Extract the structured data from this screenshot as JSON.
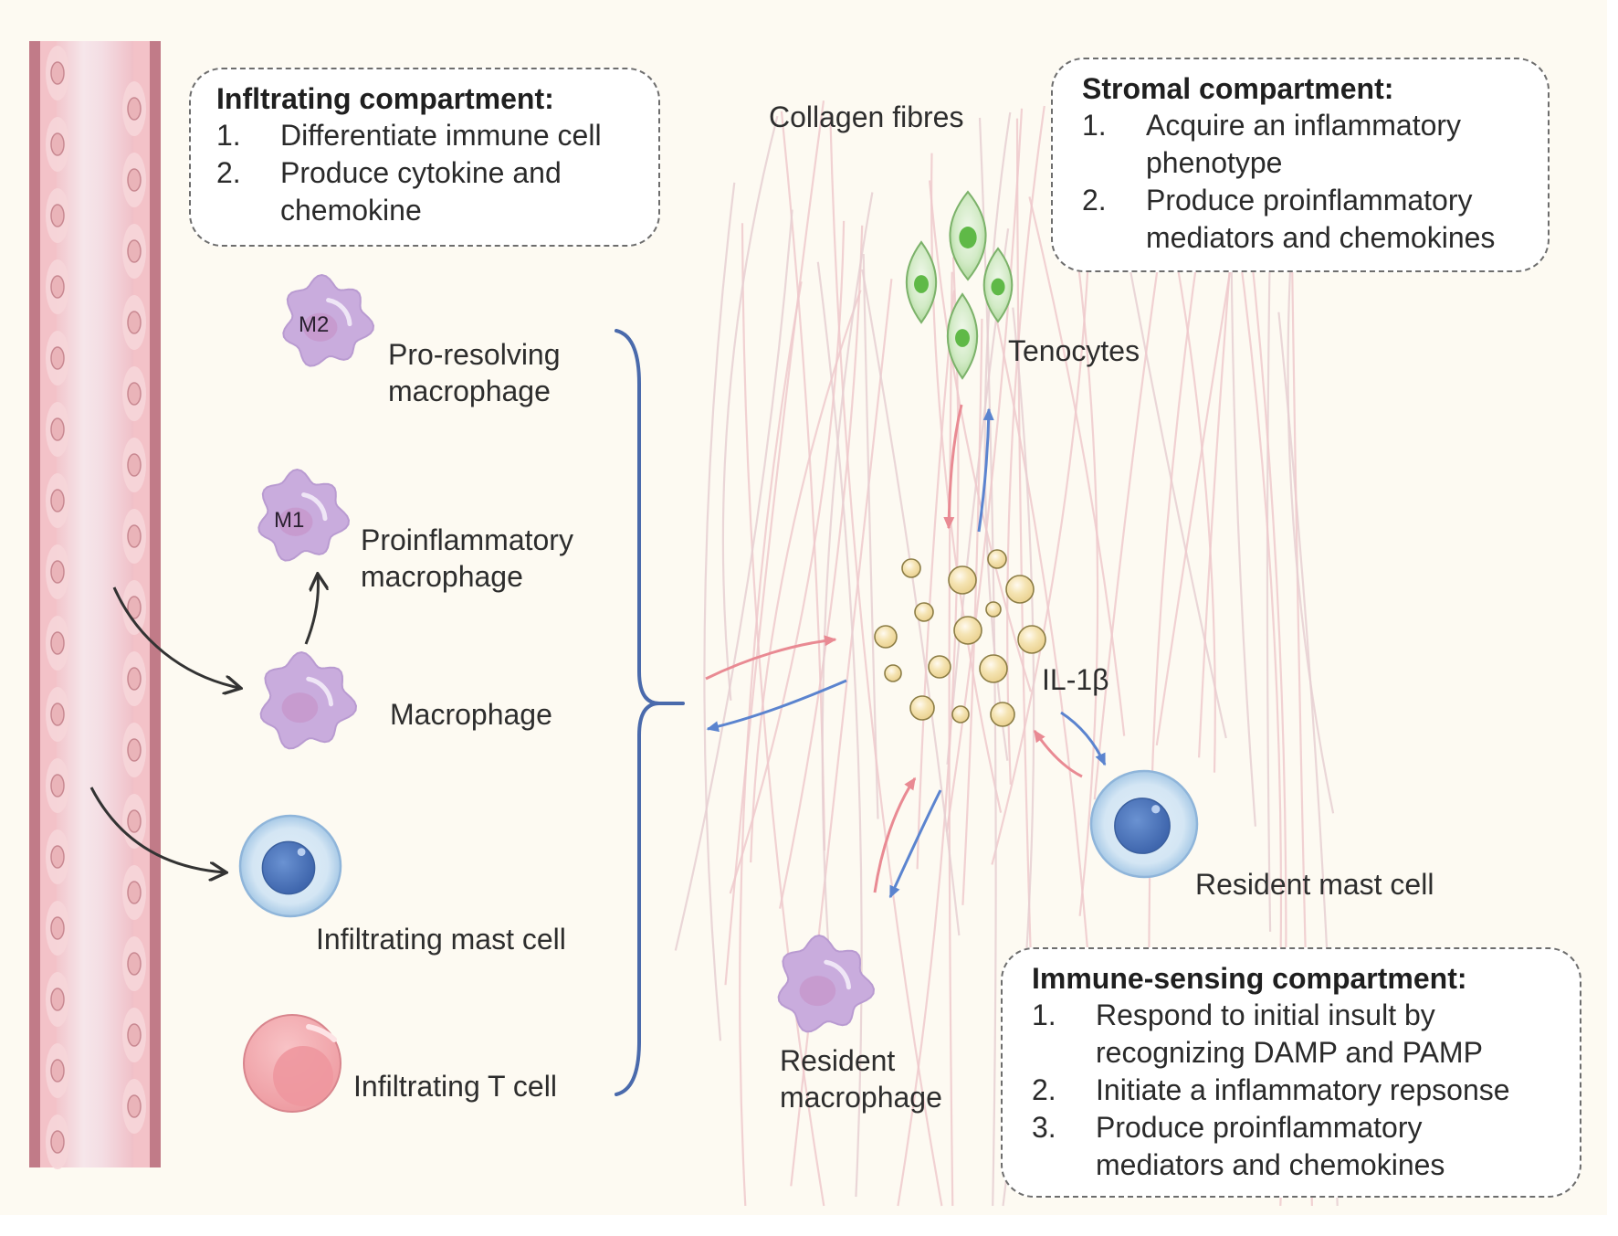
{
  "figure": {
    "background_color": "#fdfaf2",
    "accent_colors": {
      "brace": "#4a6aac",
      "signal_in": "#e98a93",
      "signal_out": "#5b84cf",
      "flow_arrow": "#333333",
      "collagen": "#ecc7c9",
      "macrophage": "#c7aadc",
      "tenocyte": "#8cc47a",
      "il1b": "#f1dba0",
      "mast_cell": "#4a72b8",
      "t_cell": "#f2a6aa",
      "vessel_wall": "#c17b88"
    }
  },
  "boxes": {
    "infiltrating": {
      "heading": "Infltrating compartment:",
      "items": [
        {
          "num": "1.",
          "text": "Differentiate immune cell"
        },
        {
          "num": "2.",
          "text": "Produce cytokine and chemokine"
        }
      ]
    },
    "stromal": {
      "heading": "Stromal compartment:",
      "items": [
        {
          "num": "1.",
          "text": "Acquire an inflammatory phenotype"
        },
        {
          "num": "2.",
          "text": "Produce proinflammatory mediators and chemokines"
        }
      ]
    },
    "immune_sensing": {
      "heading": "Immune-sensing compartment:",
      "items": [
        {
          "num": "1.",
          "text": "Respond to initial insult by recognizing DAMP and PAMP"
        },
        {
          "num": "2.",
          "text": "Initiate a inflammatory repsonse"
        },
        {
          "num": "3.",
          "text": "Produce proinflammatory mediators and chemokines"
        }
      ]
    }
  },
  "labels": {
    "m2_tag": "M2",
    "m1_tag": "M1",
    "pro_resolving": [
      "Pro-resolving",
      "macrophage"
    ],
    "proinflammatory": [
      "Proinflammatory",
      "macrophage"
    ],
    "macrophage": "Macrophage",
    "infiltrating_mast_cell": "Infiltrating mast cell",
    "infiltrating_t_cell": "Infiltrating T cell",
    "collagen_fibres": "Collagen fibres",
    "tenocytes": "Tenocytes",
    "il1b": "IL-1β",
    "resident_mast_cell": "Resident mast cell",
    "resident_macrophage": [
      "Resident",
      "macrophage"
    ]
  }
}
